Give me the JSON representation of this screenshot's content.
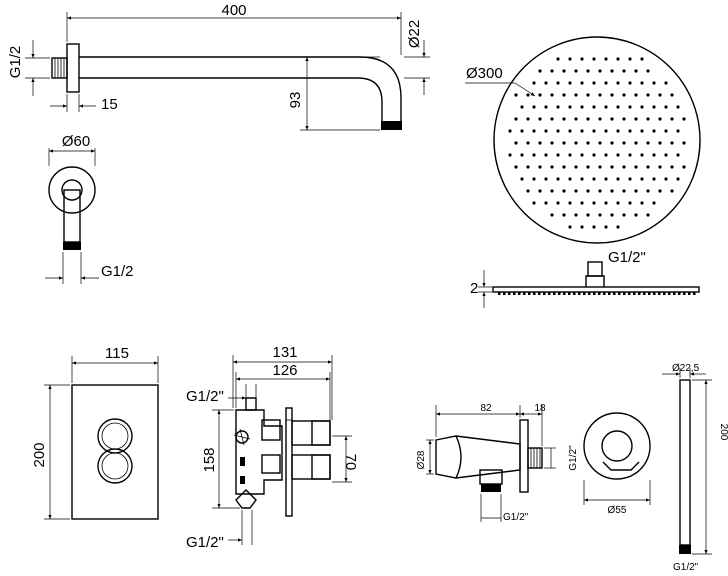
{
  "arm_view": {
    "length": "400",
    "tube_diameter": "Ø22",
    "thread": "G1/2",
    "flange_depth": "15",
    "drop": "93"
  },
  "flange_view": {
    "diameter": "Ø60",
    "thread": "G1/2"
  },
  "head_view": {
    "diameter": "Ø300",
    "thread": "G1/2\"",
    "thickness": "2"
  },
  "plate_view": {
    "width": "115",
    "height": "200"
  },
  "valve_view": {
    "overall_depth": "131",
    "body_depth": "126",
    "height": "158",
    "inset": "70",
    "thread_top": "G1/2\"",
    "thread_bottom": "G1/2\""
  },
  "outlet_view": {
    "length": "82",
    "plate_depth": "18",
    "diameter": "Ø28",
    "thread_side": "G1/2\"",
    "thread_bottom": "G1/2\"",
    "rosette_diameter": "Ø55"
  },
  "hand_shower": {
    "diameter": "Ø22,5",
    "length": "200",
    "thread": "G1/2\""
  }
}
